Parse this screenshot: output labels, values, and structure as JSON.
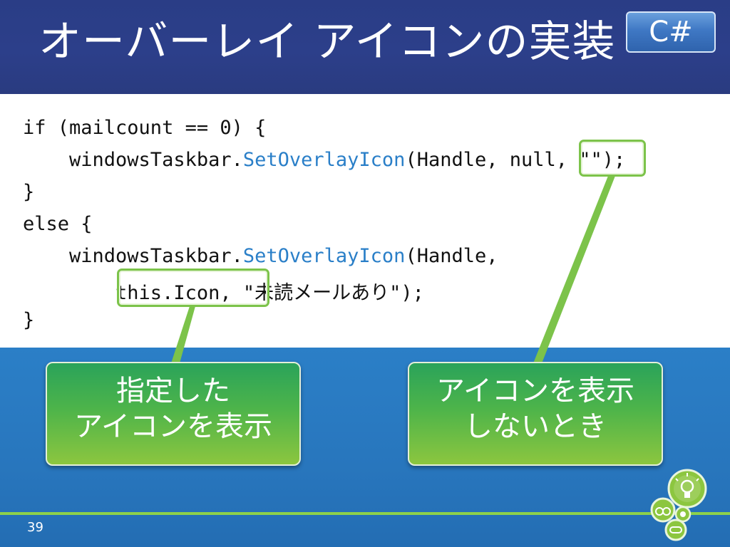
{
  "slide": {
    "title": "オーバーレイ アイコンの実装",
    "language_badge": "C#",
    "page_number": "39"
  },
  "code": {
    "lines": [
      {
        "plain": "if (mailcount == 0) {"
      },
      {
        "prefix": "    windowsTaskbar.",
        "method": "SetOverlayIcon",
        "suffix": "(Handle, null, \"\");"
      },
      {
        "plain": "}"
      },
      {
        "plain": "else {"
      },
      {
        "prefix": "    windowsTaskbar.",
        "method": "SetOverlayIcon",
        "suffix": "(Handle,"
      },
      {
        "plain": "        this.Icon, \"未読メールあり\");"
      },
      {
        "plain": "}"
      }
    ]
  },
  "callouts": {
    "left": {
      "line1": "指定した",
      "line2": "アイコンを表示"
    },
    "right": {
      "line1": "アイコンを表示",
      "line2": "しないとき"
    }
  },
  "colors": {
    "header": "#2c3f8a",
    "method": "#2a7fc8",
    "highlight": "#7cc34a",
    "bottom": "#2876bd"
  },
  "icons": [
    "lightbulb-icon",
    "binoculars-icon",
    "gear-icon",
    "people-icon"
  ]
}
